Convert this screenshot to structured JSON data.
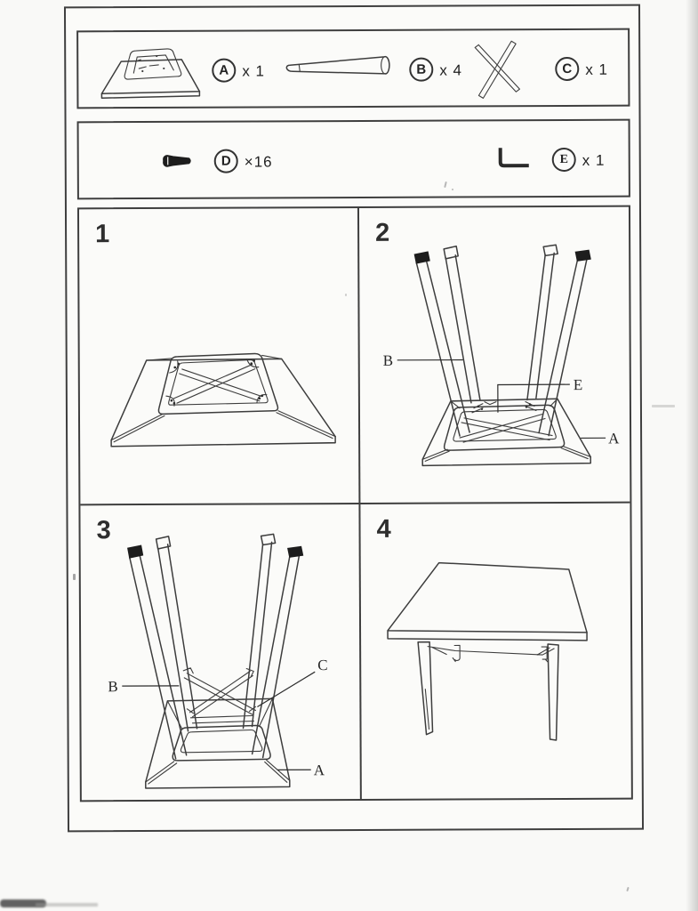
{
  "colors": {
    "line": "#3d3d3d",
    "paper": "#fbfbf9",
    "ink_dark": "#1d1d1d"
  },
  "parts_box1": {
    "items": [
      {
        "label": "A",
        "qty": "x 1",
        "icon": "table-top"
      },
      {
        "label": "B",
        "qty": "x 4",
        "icon": "table-leg"
      },
      {
        "label": "C",
        "qty": "x 1",
        "icon": "cross-brace"
      }
    ]
  },
  "parts_box2": {
    "items": [
      {
        "label": "D",
        "qty": "×16",
        "icon": "screw"
      },
      {
        "label": "E",
        "qty": "x 1",
        "icon": "allen-key"
      }
    ]
  },
  "steps": [
    {
      "number": "1",
      "callouts": {}
    },
    {
      "number": "2",
      "callouts": {
        "b": "B",
        "e": "E",
        "a": "A"
      }
    },
    {
      "number": "3",
      "callouts": {
        "b": "B",
        "c": "C",
        "a": "A"
      }
    },
    {
      "number": "4",
      "callouts": {}
    }
  ]
}
